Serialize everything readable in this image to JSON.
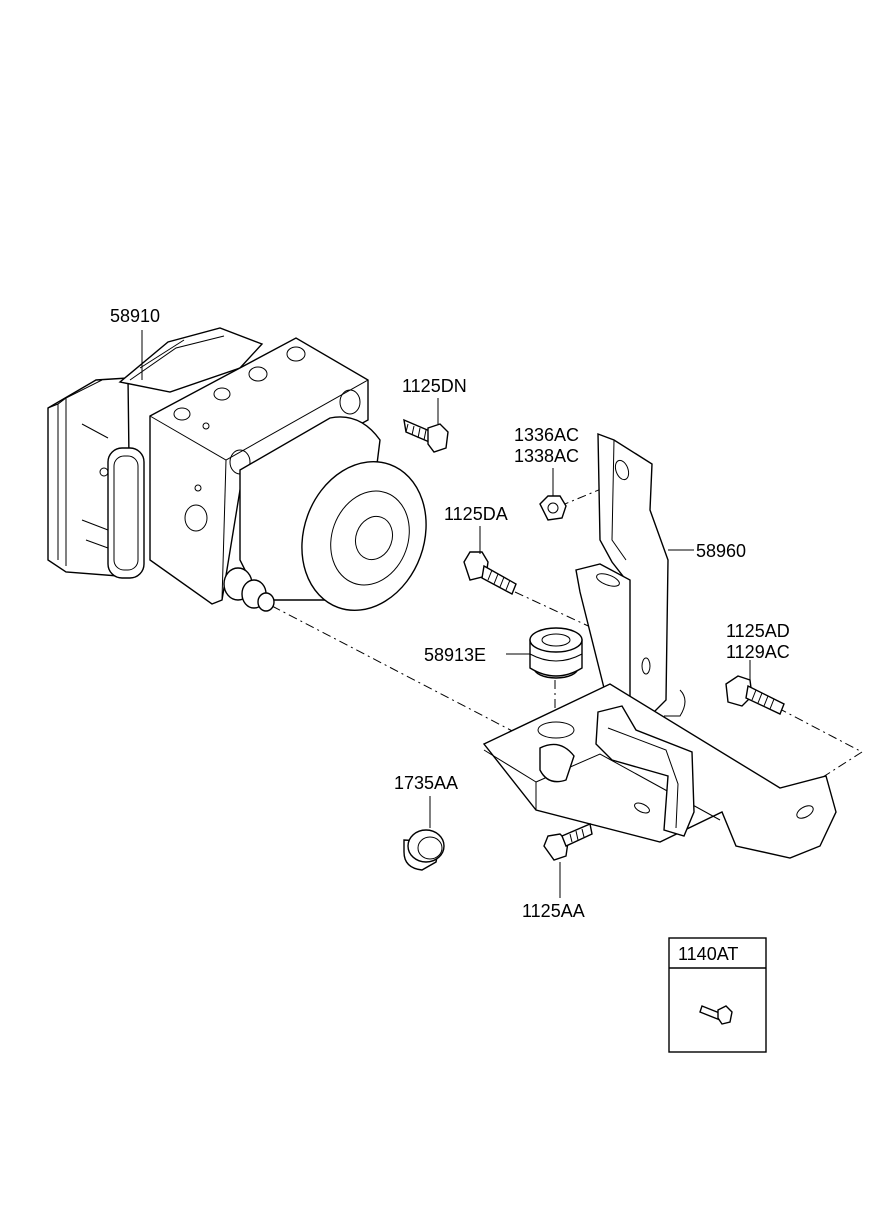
{
  "parts": {
    "hydraulic_unit": "58910",
    "bolt_top": "1125DN",
    "nut_line1": "1336AC",
    "nut_line2": "1338AC",
    "bolt_mid": "1125DA",
    "bracket": "58960",
    "bushing": "58913E",
    "bolt_right_line1": "1125AD",
    "bolt_right_line2": "1129AC",
    "cap": "1735AA",
    "bolt_bottom": "1125AA"
  },
  "inset": {
    "title": "1140AT"
  }
}
